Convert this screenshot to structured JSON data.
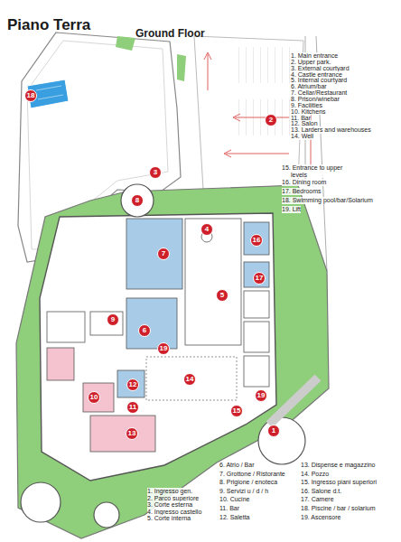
{
  "diagram": {
    "title": "Piano Terra",
    "nodes": [
      {
        "text": [
          "18"
        ]
      },
      {
        "text": [
          "2"
        ]
      },
      {
        "text": [
          "3"
        ]
      },
      {
        "text": [
          "8"
        ]
      },
      {
        "text": [
          "4"
        ]
      },
      {
        "text": [
          "16"
        ]
      },
      {
        "text": [
          "7"
        ]
      },
      {
        "text": [
          "17"
        ]
      },
      {
        "text": [
          "5"
        ]
      },
      {
        "text": [
          "9"
        ]
      },
      {
        "text": [
          "6"
        ]
      },
      {
        "text": [
          "19"
        ]
      },
      {
        "text": [
          "12"
        ]
      },
      {
        "text": [
          "14"
        ]
      },
      {
        "text": [
          "10"
        ]
      },
      {
        "text": [
          "11"
        ]
      },
      {
        "text": [
          "19"
        ]
      },
      {
        "text": [
          "15"
        ]
      },
      {
        "text": [
          "13"
        ]
      },
      {
        "text": [
          "1"
        ]
      }
    ],
    "labels": [
      "Ground Floor",
      "1. Main entrance",
      "2. Upper park.",
      "3. External courtyard",
      "4. Castle entrance",
      "5. Internal courtyard",
      "6. Atrium/bar",
      "7. Cellar/Restaurant",
      "8. Prison/winebar",
      "9. Facilities",
      "10. Kitchens",
      "11. Bar",
      "12. Salon",
      "13. Larders and warehouses",
      "14. Well",
      "15. Entrance to upper levels",
      "16. Dining room",
      "17. Bedrooms",
      "18. Swimming pool/bar/Solarium",
      "19. Lift",
      "1. Ingresso gen.",
      "2. Parco superiore",
      "3. Corte esterna",
      "4. Ingresso castello",
      "5. Corte interna",
      "6. Atrio / Bar",
      "7. Grottone / Ristorante",
      "8. Prigione / enoteca",
      "9. Servizi u / d / h",
      "10. Cucine",
      "11. Bar",
      "12. Saletta",
      "13. Dispense e magazzino",
      "14. Pozzo",
      "15. Ingresso piani superiori",
      "16. Salone d.t.",
      "17. Camere",
      "18. Piscine / bar / solarium",
      "19. Ascensore"
    ]
  }
}
